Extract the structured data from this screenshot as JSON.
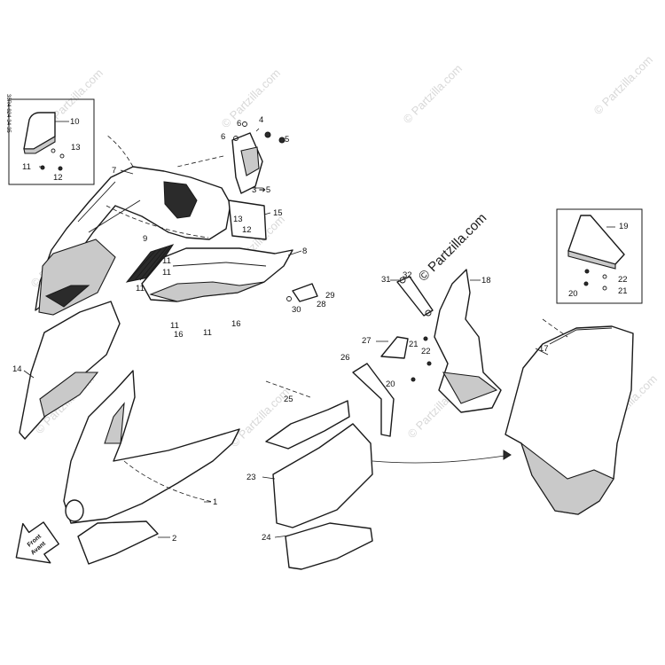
{
  "diagram": {
    "reference_code": "38R4-824-34-35",
    "watermark_text": "© Partzilla.com",
    "watermark_main": "© Partzilla.com",
    "front_label": "Front",
    "avant_label": "Avant",
    "callouts": [
      {
        "label": "1"
      },
      {
        "label": "2"
      },
      {
        "label": "4"
      },
      {
        "label": "5"
      },
      {
        "label": "3 ➔5"
      },
      {
        "label": "6"
      },
      {
        "label": "6"
      },
      {
        "label": "7"
      },
      {
        "label": "8"
      },
      {
        "label": "9"
      },
      {
        "label": "10"
      },
      {
        "label": "11"
      },
      {
        "label": "12"
      },
      {
        "label": "13"
      },
      {
        "label": "11"
      },
      {
        "label": "11"
      },
      {
        "label": "11"
      },
      {
        "label": "11"
      },
      {
        "label": "11"
      },
      {
        "label": "16"
      },
      {
        "label": "16"
      },
      {
        "label": "13"
      },
      {
        "label": "12"
      },
      {
        "label": "14"
      },
      {
        "label": "15"
      },
      {
        "label": "17"
      },
      {
        "label": "18"
      },
      {
        "label": "19"
      },
      {
        "label": "20"
      },
      {
        "label": "20"
      },
      {
        "label": "21"
      },
      {
        "label": "21"
      },
      {
        "label": "22"
      },
      {
        "label": "22"
      },
      {
        "label": "23"
      },
      {
        "label": "24"
      },
      {
        "label": "25"
      },
      {
        "label": "26"
      },
      {
        "label": "27"
      },
      {
        "label": "28"
      },
      {
        "label": "29"
      },
      {
        "label": "30"
      },
      {
        "label": "31"
      },
      {
        "label": "32"
      }
    ]
  }
}
